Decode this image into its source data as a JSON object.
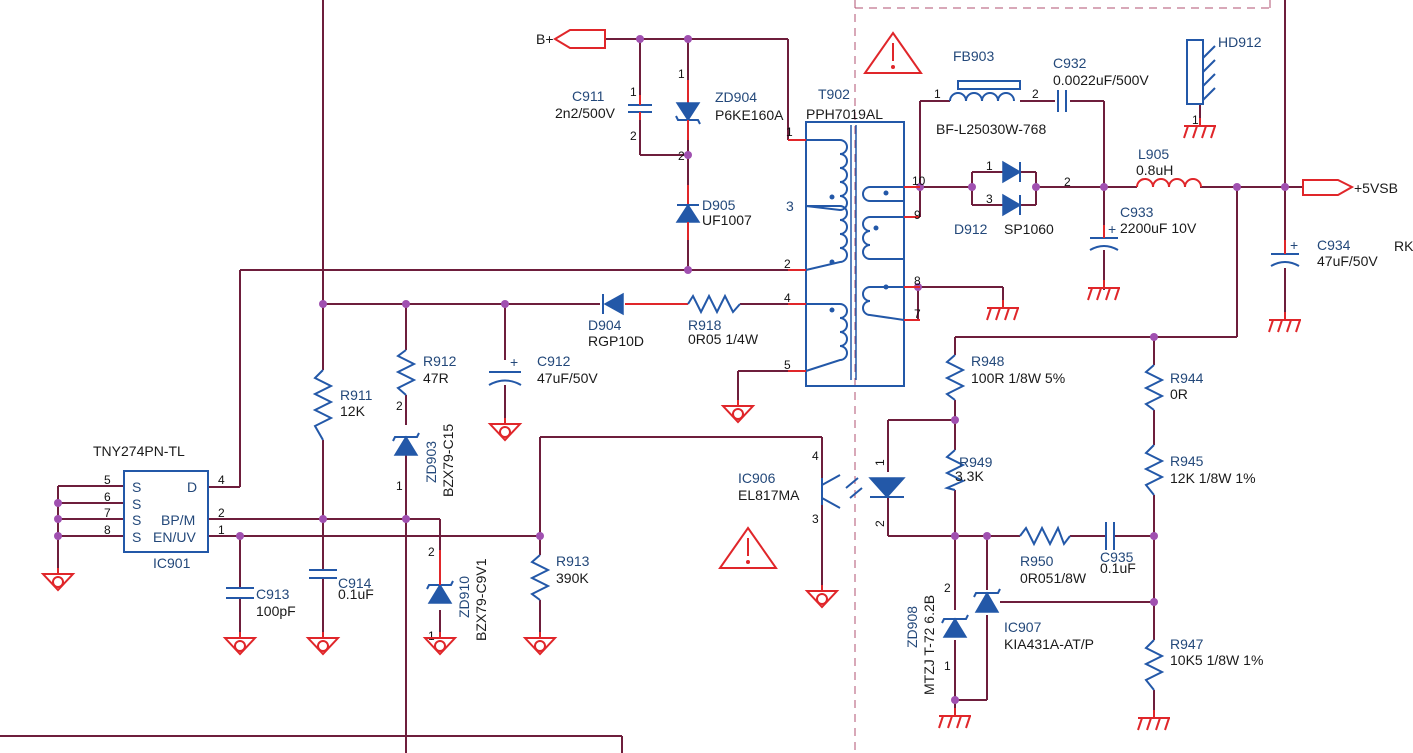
{
  "nets": {
    "bplus": "B+",
    "vsb": "+5VSB"
  },
  "ic901": {
    "part": "TNY274PN-TL",
    "ref": "IC901",
    "pins": [
      "S",
      "S",
      "S",
      "S",
      "D",
      "BP/M",
      "EN/UV"
    ],
    "pin_nums": [
      "5",
      "6",
      "7",
      "8",
      "4",
      "2",
      "1"
    ]
  },
  "c911": {
    "ref": "C911",
    "value": "2n2/500V"
  },
  "zd904": {
    "ref": "ZD904",
    "value": "P6KE160A"
  },
  "d905": {
    "ref": "D905",
    "value": "UF1007"
  },
  "t902": {
    "ref": "T902",
    "value": "PPH7019AL",
    "pins": [
      "1",
      "3",
      "2",
      "4",
      "5",
      "10",
      "9",
      "8",
      "7"
    ]
  },
  "fb903": {
    "ref": "FB903",
    "value": "BF-L25030W-768"
  },
  "c932": {
    "ref": "C932",
    "value": "0.0022uF/500V"
  },
  "hd912": {
    "ref": "HD912"
  },
  "d912": {
    "ref": "D912",
    "value": "SP1060"
  },
  "l905": {
    "ref": "L905",
    "value": "0.8uH"
  },
  "c933": {
    "ref": "C933",
    "value": "2200uF 10V"
  },
  "c934": {
    "ref": "C934",
    "value": "47uF/50V"
  },
  "rk": "RK",
  "d904": {
    "ref": "D904",
    "value": "RGP10D"
  },
  "r918": {
    "ref": "R918",
    "value": "0R05 1/4W"
  },
  "r912": {
    "ref": "R912",
    "value": "47R"
  },
  "c912": {
    "ref": "C912",
    "value": "47uF/50V"
  },
  "r911": {
    "ref": "R911",
    "value": "12K"
  },
  "zd903": {
    "ref": "ZD903",
    "value": "BZX79-C15"
  },
  "ic906": {
    "ref": "IC906",
    "value": "EL817MA"
  },
  "r948": {
    "ref": "R948",
    "value": "100R 1/8W 5%"
  },
  "r944": {
    "ref": "R944",
    "value": "0R"
  },
  "r949": {
    "ref": "R949",
    "value": "3.3K"
  },
  "r945": {
    "ref": "R945",
    "value": "12K 1/8W 1%"
  },
  "c913": {
    "ref": "C913",
    "value": "100pF"
  },
  "c914": {
    "ref": "C914",
    "value": "0.1uF"
  },
  "zd910": {
    "ref": "ZD910",
    "value": "BZX79-C9V1"
  },
  "r913": {
    "ref": "R913",
    "value": "390K"
  },
  "r950": {
    "ref": "R950",
    "value": "0R051/8W"
  },
  "c935": {
    "ref": "C935",
    "value": "0.1uF"
  },
  "zd908": {
    "ref": "ZD908",
    "value": "MTZJ T-72 6.2B"
  },
  "ic907": {
    "ref": "IC907",
    "value": "KIA431A-AT/P"
  },
  "r947": {
    "ref": "R947",
    "value": "10K5 1/8W 1%"
  },
  "warning_icon": "warning-triangle-icon",
  "colors": {
    "wire": "#6e1e3c",
    "lead": "#e0262a",
    "component": "#2358a8",
    "junction": "#a050b0"
  }
}
